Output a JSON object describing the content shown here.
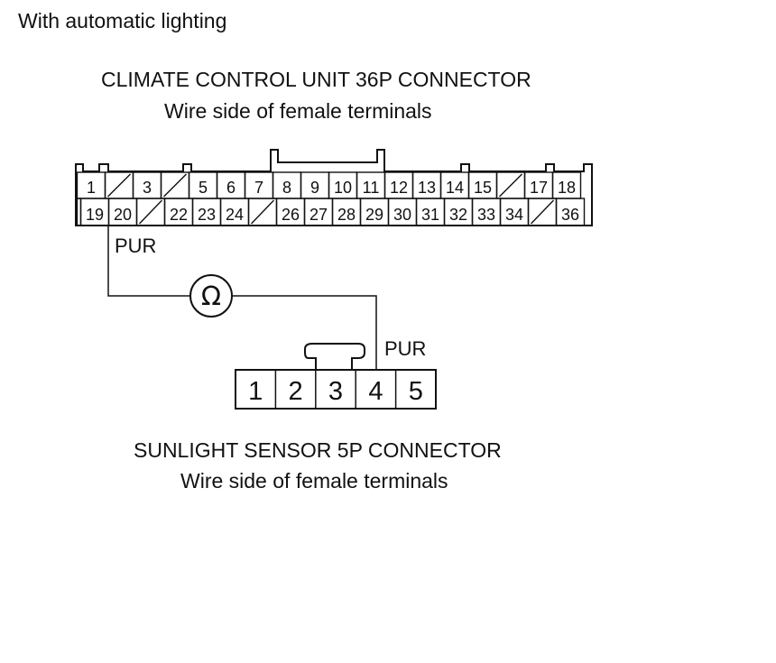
{
  "heading": "With automatic lighting",
  "climate_connector": {
    "title": "CLIMATE CONTROL UNIT 36P CONNECTOR",
    "subtitle": "Wire side of female terminals",
    "top_row": [
      "1",
      "",
      "3",
      "",
      "5",
      "6",
      "7",
      "8",
      "9",
      "10",
      "11",
      "12",
      "13",
      "14",
      "15",
      "",
      "17",
      "18"
    ],
    "bottom_row": [
      "",
      "19",
      "20",
      "",
      "22",
      "23",
      "24",
      "",
      "26",
      "27",
      "28",
      "29",
      "30",
      "31",
      "32",
      "33",
      "34",
      "",
      "36"
    ]
  },
  "sensor_connector": {
    "title": "SUNLIGHT SENSOR 5P CONNECTOR",
    "subtitle": "Wire side of female terminals",
    "pins": [
      "1",
      "2",
      "3",
      "4",
      "5"
    ]
  },
  "wires": {
    "upper_label": "PUR",
    "lower_label": "PUR"
  },
  "meter_symbol": "Ω"
}
